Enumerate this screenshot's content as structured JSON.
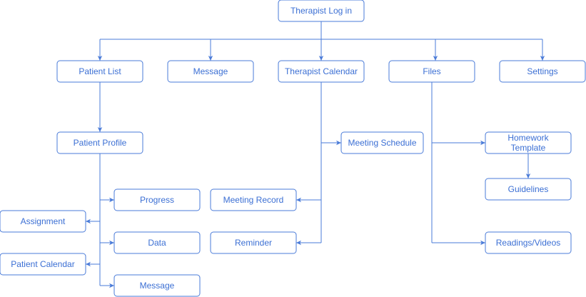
{
  "colors": {
    "stroke": "#4a7bd8",
    "text": "#3b6fd4",
    "background": "#ffffff"
  },
  "nodes": {
    "therapist_login": {
      "label": [
        "Therapist Log in"
      ]
    },
    "patient_list": {
      "label": [
        "Patient List"
      ]
    },
    "message_top": {
      "label": [
        "Message"
      ]
    },
    "therapist_calendar": {
      "label": [
        "Therapist Calendar"
      ]
    },
    "files": {
      "label": [
        "Files"
      ]
    },
    "settings": {
      "label": [
        "Settings"
      ]
    },
    "patient_profile": {
      "label": [
        "Patient Profile"
      ]
    },
    "meeting_schedule": {
      "label": [
        "Meeting Schedule"
      ]
    },
    "homework_template": {
      "label": [
        "Homework",
        "Template"
      ]
    },
    "guidelines": {
      "label": [
        "Guidelines"
      ]
    },
    "progress": {
      "label": [
        "Progress"
      ]
    },
    "meeting_record": {
      "label": [
        "Meeting Record"
      ]
    },
    "assignment": {
      "label": [
        "Assignment"
      ]
    },
    "data": {
      "label": [
        "Data"
      ]
    },
    "reminder": {
      "label": [
        "Reminder"
      ]
    },
    "readings_videos": {
      "label": [
        "Readings/Videos"
      ]
    },
    "patient_calendar": {
      "label": [
        "Patient Calendar"
      ]
    },
    "message_bottom": {
      "label": [
        "Message"
      ]
    }
  }
}
